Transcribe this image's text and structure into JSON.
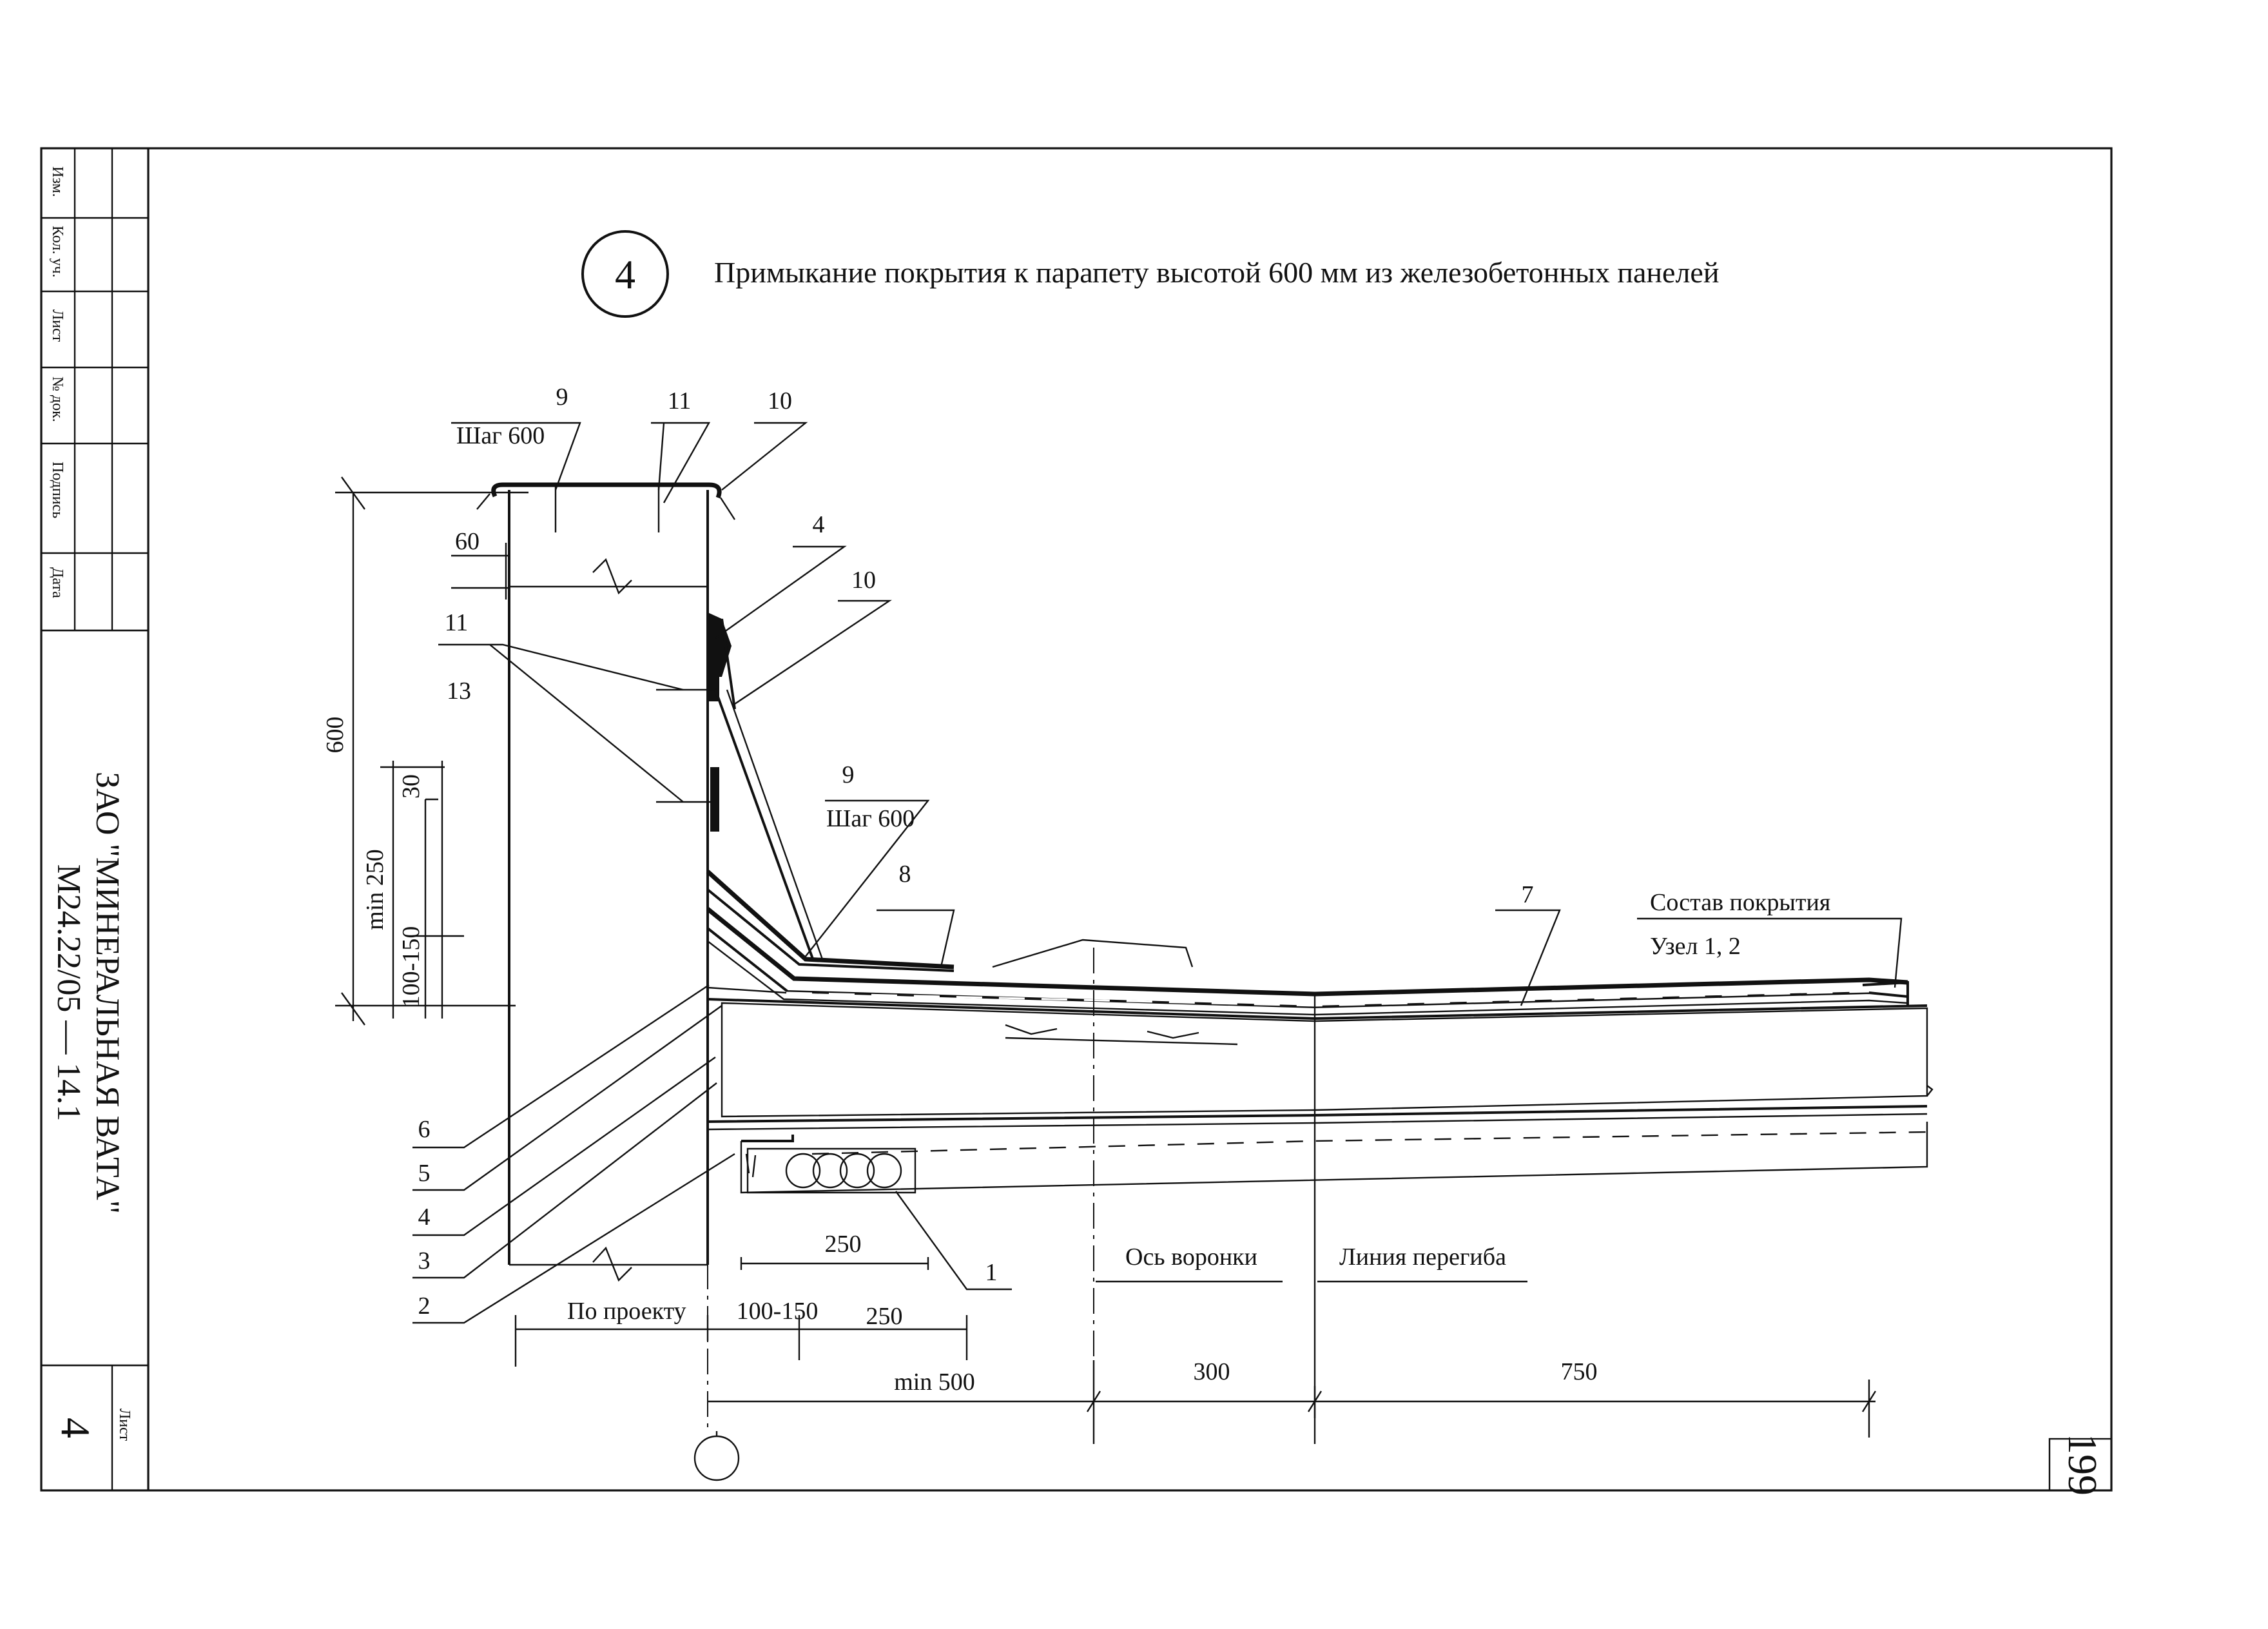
{
  "title": {
    "marker": "4",
    "text": "Примыкание покрытия к парапету высотой 600 мм из железобетонных панелей"
  },
  "stamp_column": [
    "Изм.",
    "Кол. уч.",
    "Лист",
    "№ док.",
    "Подпись",
    "Дата"
  ],
  "organization": {
    "name": "ЗАО \"МИНЕРАЛЬНАЯ ВАТА\"",
    "code": "М24.22/05 — 14.1"
  },
  "sheet": {
    "label": "Лист",
    "number": "4"
  },
  "page_number": "199",
  "callouts": {
    "c9_top": "9",
    "step_top": "Шаг 600",
    "c11_top": "11",
    "c10_top": "10",
    "c4_top": "4",
    "c10_mid": "10",
    "c11_left": "11",
    "c13": "13",
    "c9_mid": "9",
    "step_mid": "Шаг 600",
    "c8": "8",
    "c7": "7",
    "c6": "6",
    "c5": "5",
    "c4": "4",
    "c3": "3",
    "c2": "2",
    "c1": "1"
  },
  "notes": {
    "composition": "Состав покрытия",
    "node": "Узел 1, 2",
    "funnel_axis": "Ось воронки",
    "bend_line": "Линия перегиба",
    "by_project": "По проекту"
  },
  "dimensions": {
    "d60": "60",
    "d600": "600",
    "dmin250": "min 250",
    "d30": "30",
    "d100_150_v": "100-150",
    "d250_top": "250",
    "d100_150_h": "100-150",
    "d250_bottom": "250",
    "dmin500": "min 500",
    "d300": "300",
    "d750": "750"
  }
}
